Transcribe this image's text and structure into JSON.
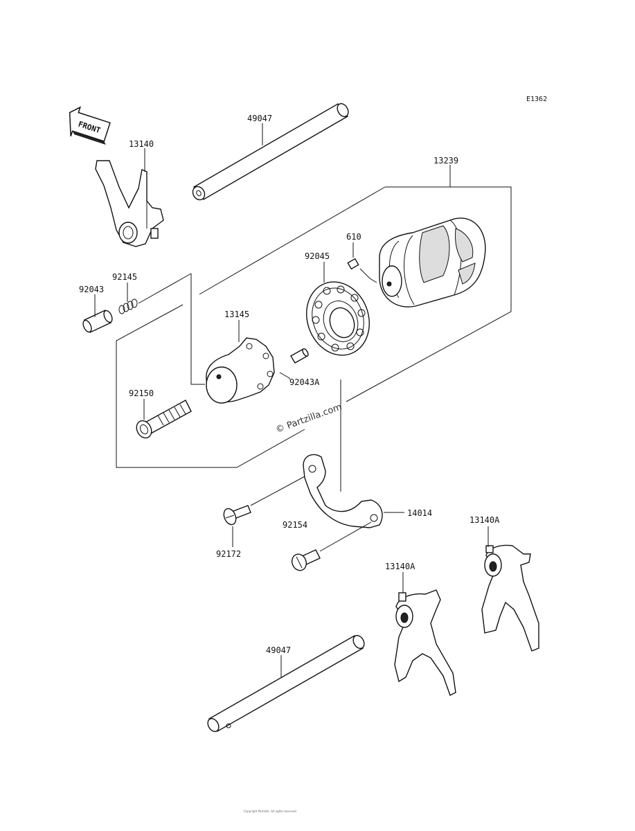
{
  "diagram": {
    "ref_code": "E1362",
    "front_label": "FRONT",
    "watermark": "© Partzilla.com",
    "footer": "Copyright Partzilla. All rights reserved.",
    "parts": [
      {
        "id": "p49047a",
        "number": "49047"
      },
      {
        "id": "p13140",
        "number": "13140"
      },
      {
        "id": "p13239",
        "number": "13239"
      },
      {
        "id": "p610",
        "number": "610"
      },
      {
        "id": "p92045",
        "number": "92045"
      },
      {
        "id": "p92145",
        "number": "92145"
      },
      {
        "id": "p92043",
        "number": "92043"
      },
      {
        "id": "p13145",
        "number": "13145"
      },
      {
        "id": "p92043a",
        "number": "92043A"
      },
      {
        "id": "p92150",
        "number": "92150"
      },
      {
        "id": "p14014",
        "number": "14014"
      },
      {
        "id": "p92154",
        "number": "92154"
      },
      {
        "id": "p92172",
        "number": "92172"
      },
      {
        "id": "p13140a_right",
        "number": "13140A"
      },
      {
        "id": "p13140a_mid",
        "number": "13140A"
      },
      {
        "id": "p49047b",
        "number": "49047"
      }
    ]
  }
}
